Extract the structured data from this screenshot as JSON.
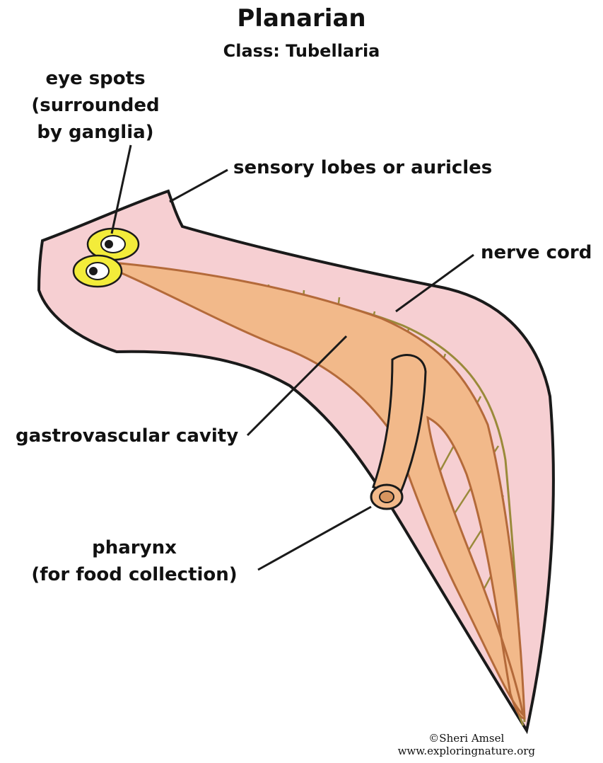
{
  "title": "Planarian",
  "subtitle": "Class: Tubellaria",
  "labels": {
    "eye_spots": [
      "eye spots",
      "(surrounded",
      "by ganglia)"
    ],
    "sensory_lobes": "sensory lobes or auricles",
    "nerve_cord": "nerve cord",
    "gastrovascular": "gastrovascular cavity",
    "pharynx": [
      "pharynx",
      "(for food collection)"
    ]
  },
  "credit": {
    "author": "©Sheri Amsel",
    "site": "www.exploringnature.org"
  },
  "colors": {
    "body_fill": "#f6cfd2",
    "gut_fill": "#f2b98a",
    "gut_stroke": "#b46a3a",
    "ganglia_fill": "#f3ec3a",
    "outline": "#1a1a1a"
  }
}
